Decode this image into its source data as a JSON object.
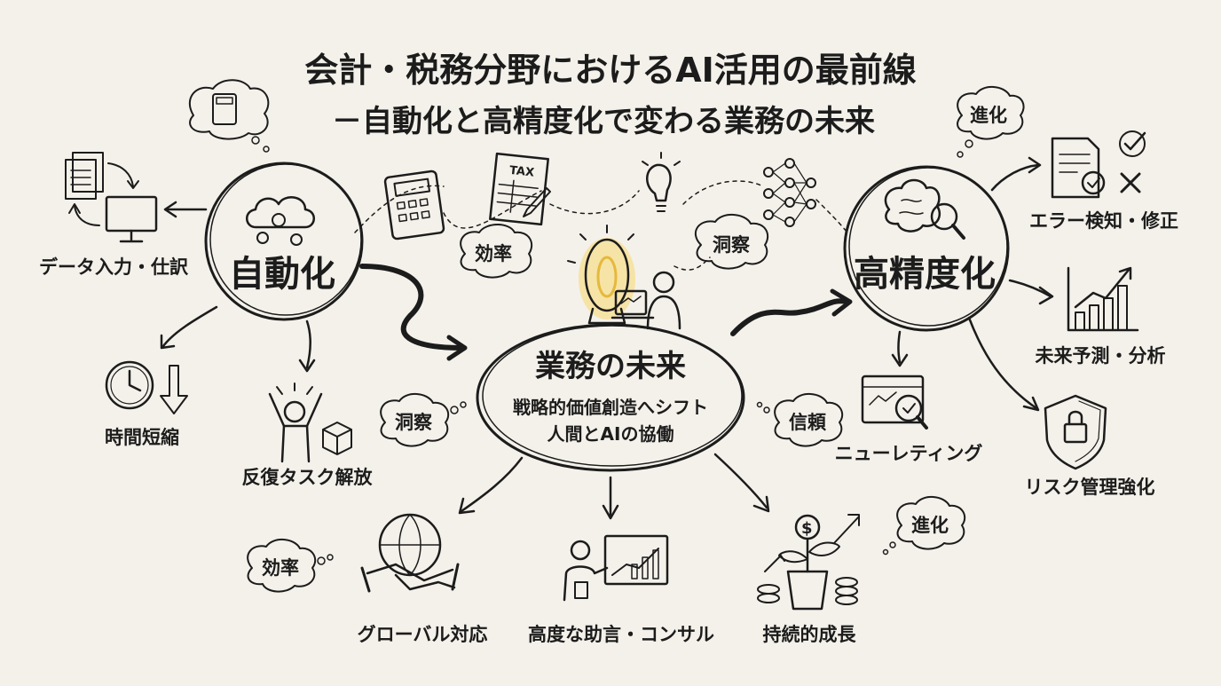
{
  "title": {
    "line1": "会計・税務分野におけるAI活用の最前線",
    "line2": "－自動化と高精度化で変わる業務の未来"
  },
  "hubs": {
    "automation": "自動化",
    "precision": "高精度化",
    "center": "業務の未来",
    "center_line1": "戦略的価値創造へシフト",
    "center_line2": "人間とAIの協働"
  },
  "automation_items": {
    "data_entry": "データ入力・仕訳",
    "time_saving": "時間短縮",
    "task_release": "反復タスク解放"
  },
  "precision_items": {
    "error_detection": "エラー検知・修正",
    "forecast": "未来予測・分析",
    "risk": "リスク管理強化"
  },
  "center_items": {
    "global": "グローバル対応",
    "advisory": "高度な助言・コンサル",
    "growth": "持続的成長"
  },
  "extra_labels": {
    "nulleting": "ニューレティング",
    "tax_icon": "TAX"
  },
  "bubbles": {
    "efficiency_top": "効率",
    "insight_top": "洞察",
    "evolution_top": "進化",
    "insight_left": "洞察",
    "trust": "信頼",
    "efficiency_bottom": "効率",
    "evolution_bottom": "進化"
  },
  "icons": [
    "calculator-thought-icon",
    "documents-icon",
    "monitor-icon",
    "cloud-gears-icon",
    "clock-icon",
    "down-arrow-icon",
    "celebrating-person-icon",
    "box-icon",
    "calculator-icon",
    "tax-form-icon",
    "pen-icon",
    "lightbulb-icon",
    "neural-network-icon",
    "glowing-bulb-icon",
    "person-laptop-icon",
    "brain-magnifier-icon",
    "report-check-icon",
    "check-icon",
    "cross-icon",
    "growth-chart-icon",
    "chart-magnifier-icon",
    "shield-lock-icon",
    "globe-handshake-icon",
    "presenter-icon",
    "plant-coins-icon"
  ],
  "colors": {
    "background": "#f4f1ea",
    "ink": "#1c1c1c",
    "glow": "#f6e3a6"
  }
}
